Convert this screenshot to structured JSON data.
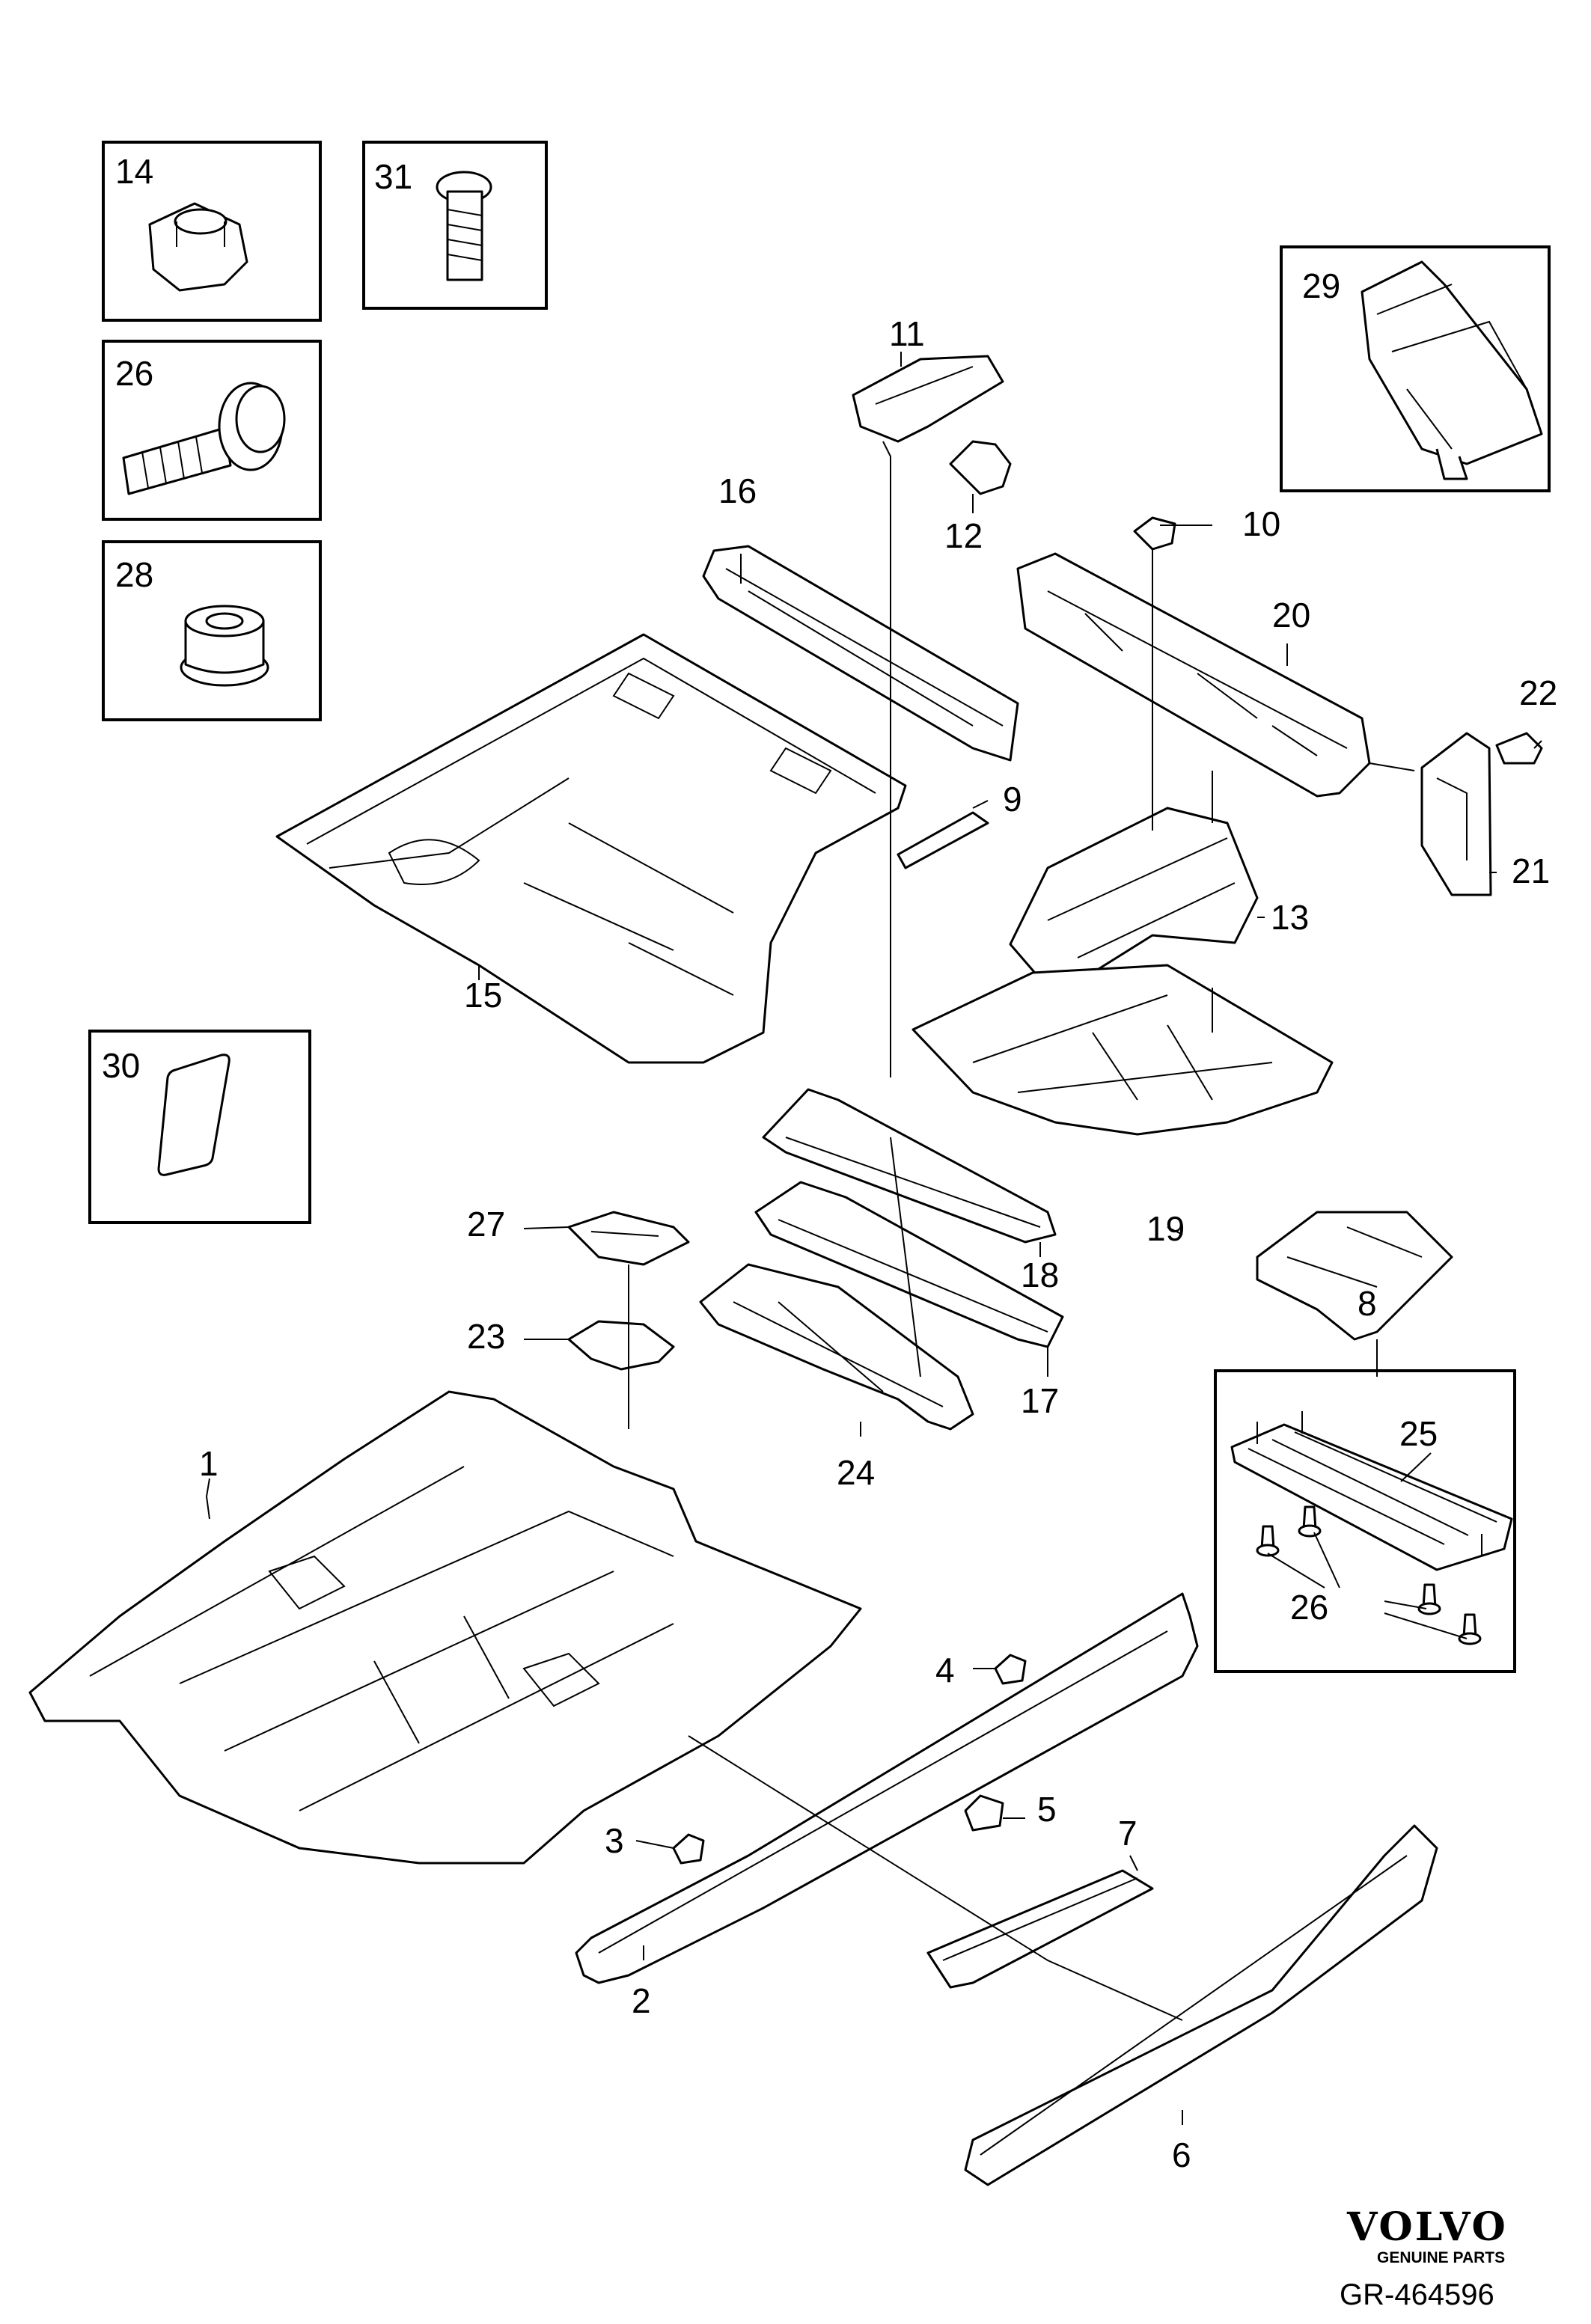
{
  "callouts": {
    "c1": "1",
    "c2": "2",
    "c3": "3",
    "c4": "4",
    "c5": "5",
    "c6": "6",
    "c7": "7",
    "c8": "8",
    "c9": "9",
    "c10": "10",
    "c11": "11",
    "c12": "12",
    "c13": "13",
    "c15": "15",
    "c16": "16",
    "c17": "17",
    "c18": "18",
    "c19": "19",
    "c20": "20",
    "c21": "21",
    "c22": "22",
    "c23": "23",
    "c24": "24",
    "c25": "25",
    "c26": "26",
    "c27": "27"
  },
  "insets": {
    "i14": "14",
    "i31": "31",
    "i26": "26",
    "i28": "28",
    "i29": "29",
    "i30": "30"
  },
  "brand": {
    "name": "VOLVO",
    "tagline": "GENUINE PARTS"
  },
  "reference": "GR-464596"
}
